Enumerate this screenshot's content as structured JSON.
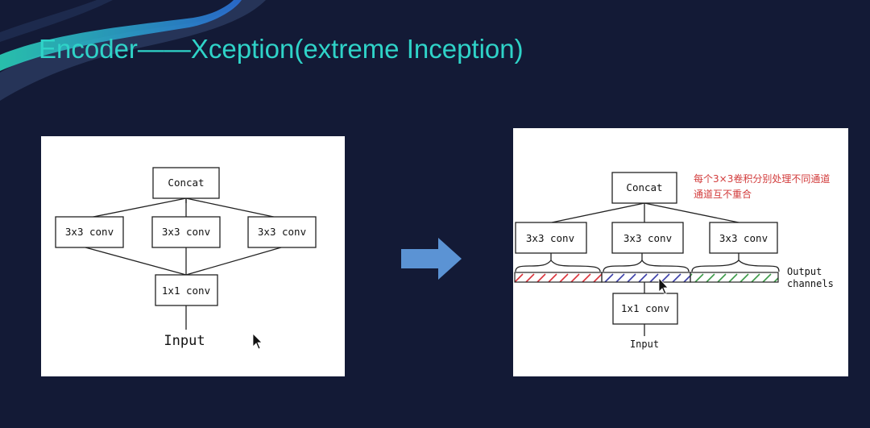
{
  "title": "Encoder——Xception(extreme Inception)",
  "left_diagram": {
    "concat": "Concat",
    "conv_branches": [
      "3x3 conv",
      "3x3 conv",
      "3x3 conv"
    ],
    "pointwise": "1x1 conv",
    "input": "Input"
  },
  "right_diagram": {
    "concat": "Concat",
    "conv_branches": [
      "3x3 conv",
      "3x3 conv",
      "3x3 conv"
    ],
    "pointwise": "1x1 conv",
    "input": "Input",
    "output_channels": [
      "Output",
      "channels"
    ],
    "annotation": [
      "每个3×3卷积分别处理不同通道",
      "通道互不重合"
    ],
    "channel_colors": [
      "#d9333a",
      "#3b3fa8",
      "#3c9a48"
    ]
  },
  "colors": {
    "title": "#2fd3c8",
    "background": "#131a36",
    "arrow": "#5b93d4",
    "annotation": "#d23b3b"
  }
}
